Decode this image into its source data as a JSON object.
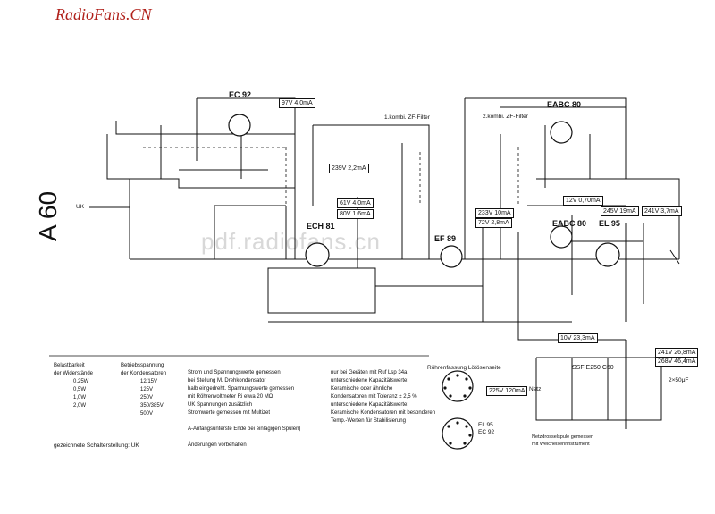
{
  "brand": "RadioFans.CN",
  "model": "A 60",
  "watermark": "pdf.radiofans.cn",
  "tubes": {
    "ec92": "EC 92",
    "eabc80_top": "EABC 80",
    "ech81": "ECH 81",
    "ef89": "EF 89",
    "eabc80_mid": "EABC 80",
    "el95": "EL 95"
  },
  "boxes": {
    "v97": "97V 4,0mA",
    "v239": "239V 2,2mA",
    "v61": "61V 4,0mA",
    "v80": "80V 1,6mA",
    "v233": "233V 10mA",
    "v72": "72V 2,8mA",
    "v12": "12V 0,70mA",
    "v245": "245V 19mA",
    "v241": "241V 3,7mA",
    "v10": "10V 23,3mA",
    "v225": "225V 120mA",
    "v241b": "241V 26,8mA",
    "v288": "268V 46,4mA"
  },
  "labels": {
    "uk": "UK",
    "filter1": "1.kombi. ZF-Filter",
    "filter2": "2.kombi. ZF-Filter",
    "rectifier": "SSF E250 C50",
    "netz": "Netz",
    "rohren": "Röhrenfassung Lötösenseite",
    "el95_ec92": "EL 95\nEC 92",
    "c50uf": "2×50μF",
    "netzbox": "Netzdrosselspule gemessen\nmit Weicheisennnstrument"
  },
  "legend": {
    "belast_title": "Belastbarkeit\nder Widerstände",
    "belast": [
      "0,25W",
      "0,5W",
      "1,0W",
      "2,0W"
    ],
    "betrieb_title": "Betriebsspannung\nder Kondensatoren",
    "betrieb": [
      "12/15V",
      "125V",
      "250V",
      "350/385V",
      "500V"
    ],
    "notes": [
      "Strom und Spannungswerte gemessen",
      "bei Stellung M. Drehkondensator",
      "halb eingedreht. Spannungswerte gemessen",
      "mit Röhrenvoltmeter Ri etwa 20 MΩ",
      "UK Spannungen zusätzlich",
      "Stromwerte gemessen mit Multizet",
      "",
      "A-Anfangsunterste Ende bei einlagigen Spulen)",
      "",
      "Änderungen vorbehalten"
    ],
    "lines": [
      "nur bei Geräten mit Ruf Lsp 34a",
      "unterschiedene Kapazitätswerte:",
      "Keramische oder ähnliche",
      "Kondensatoren mit Toleranz ± 2,5 %",
      "unterschiedene Kapazitätswerte:",
      "Keramische Kondensatoren mit besonderen",
      "Temp.-Werten für Stabilisierung"
    ],
    "switch_note": "gezeichnete Schalterstellung: UK"
  }
}
